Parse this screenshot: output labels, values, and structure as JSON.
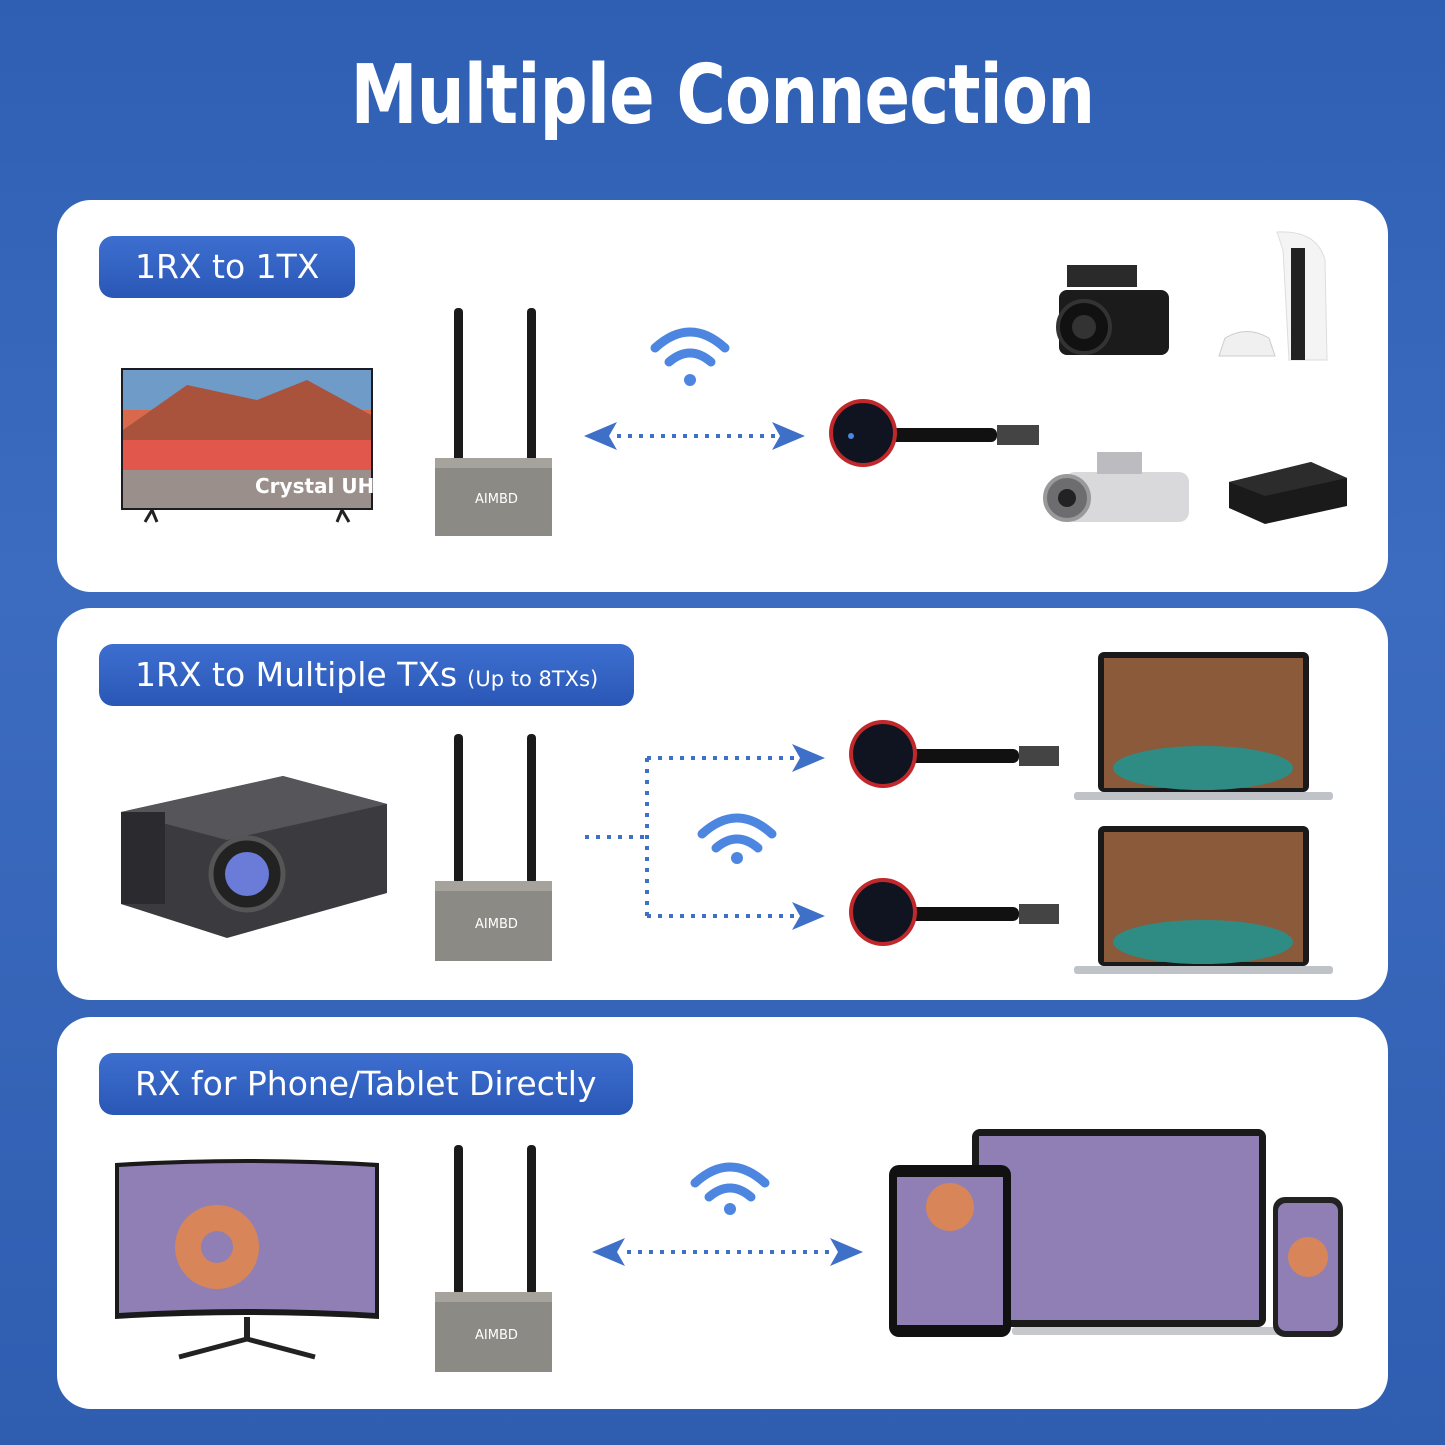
{
  "title": "Multiple Connection",
  "panels": [
    {
      "label": "1RX to 1TX",
      "label_note": ""
    },
    {
      "label": "1RX to Multiple TXs",
      "label_note": "(Up to 8TXs)"
    },
    {
      "label": "RX for Phone/Tablet Directly",
      "label_note": ""
    }
  ],
  "tv_text": "Crystal UHD",
  "brand": "AIMBD",
  "colors": {
    "accent": "#2f5fb3",
    "arrow": "#3f70c8",
    "dongle_ring": "#c0282b",
    "receiver_body": "#8c8a84"
  },
  "icons": [
    "wifi-icon",
    "double-arrow-icon",
    "receiver-device",
    "transmitter-dongle",
    "tv-device",
    "projector-device",
    "laptop-device",
    "tablet-device",
    "phone-device",
    "camcorder-device",
    "console-device",
    "tv-box-device",
    "monitor-device"
  ]
}
